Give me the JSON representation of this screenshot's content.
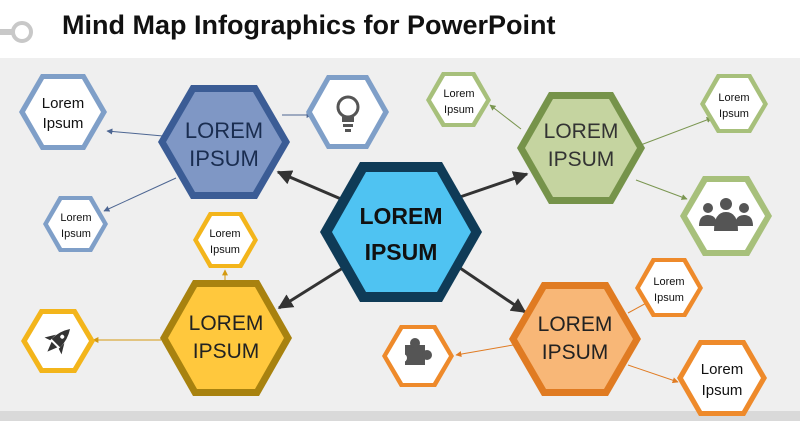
{
  "title": "Mind Map Infographics for PowerPoint",
  "colors": {
    "center": "#4fc3f2",
    "center_border": "#0f3b57",
    "blue": "#7f97c5",
    "blue_border": "#3b5c95",
    "blue_light": "#7f9fc8",
    "green": "#c5d4a0",
    "green_border": "#76934a",
    "green_light": "#a7c07b",
    "yellow": "#ffc83d",
    "yellow_border": "#a8820f",
    "yellow_light": "#f3b51b",
    "orange": "#f8b777",
    "orange_border": "#e07b22",
    "orange_light": "#ee8a2b"
  },
  "nodes": {
    "center": {
      "line1": "LOREM",
      "line2": "IPSUM"
    },
    "blue": {
      "line1": "LOREM",
      "line2": "IPSUM"
    },
    "green": {
      "line1": "LOREM",
      "line2": "IPSUM"
    },
    "yellow": {
      "line1": "LOREM",
      "line2": "IPSUM"
    },
    "orange": {
      "line1": "LOREM",
      "line2": "IPSUM"
    }
  },
  "leaves": {
    "blue_top": {
      "line1": "Lorem",
      "line2": "Ipsum"
    },
    "blue_bottom": {
      "line1": "Lorem",
      "line2": "Ipsum"
    },
    "blue_icon": "lightbulb-icon",
    "green_left": {
      "line1": "Lorem",
      "line2": "Ipsum"
    },
    "green_right": {
      "line1": "Lorem",
      "line2": "Ipsum"
    },
    "green_icon": "people-icon",
    "yellow_top": {
      "line1": "Lorem",
      "line2": "Ipsum"
    },
    "yellow_icon": "rocket-icon",
    "orange_top": {
      "line1": "Lorem",
      "line2": "Ipsum"
    },
    "orange_bottom": {
      "line1": "Lorem",
      "line2": "Ipsum"
    },
    "orange_icon": "puzzle-icon"
  }
}
